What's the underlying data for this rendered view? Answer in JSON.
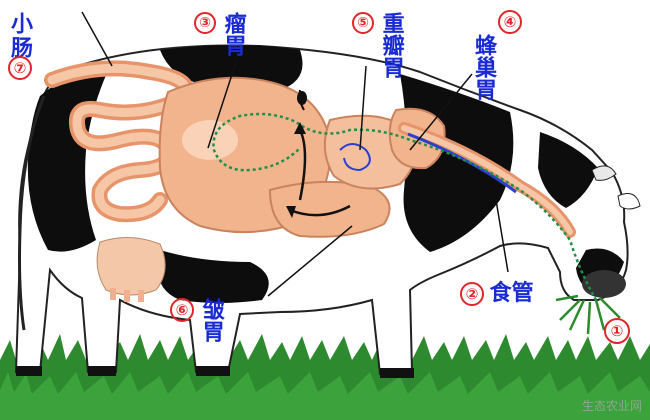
{
  "labels": {
    "mouth": {
      "num": "①"
    },
    "esophagus": {
      "num": "②",
      "text": "食管"
    },
    "rumen": {
      "num": "③",
      "text": "瘤胃"
    },
    "reticulum": {
      "num": "④",
      "text": "蜂巢胃"
    },
    "omasum": {
      "num": "⑤",
      "text": "重瓣胃"
    },
    "abomasum": {
      "num": "⑥",
      "text": "皱胃"
    },
    "small_intestine": {
      "num": "⑦",
      "text": "小肠"
    }
  },
  "watermark": "生态农业网",
  "colors": {
    "label_text": "#1a2bd6",
    "label_number": "#e0262a",
    "organ_fill": "#f2b48c",
    "cow_black": "#0d0d0d",
    "grass": "#2e8a2e",
    "food_path": "#1f8f4a"
  }
}
